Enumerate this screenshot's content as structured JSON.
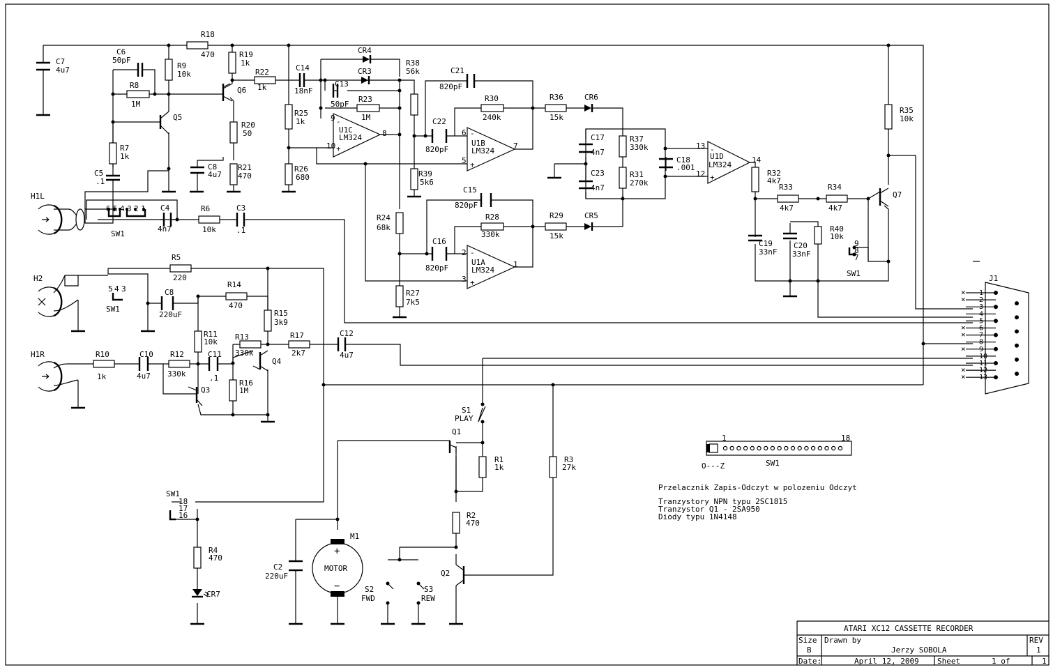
{
  "components": {
    "R18": {
      "ref": "R18",
      "val": "470"
    },
    "R19": {
      "ref": "R19",
      "val": "1k"
    },
    "R9": {
      "ref": "R9",
      "val": "10k"
    },
    "R8": {
      "ref": "R8",
      "val": "1M"
    },
    "R22": {
      "ref": "R22",
      "val": "1k"
    },
    "R20": {
      "ref": "R20",
      "val": "50"
    },
    "R21": {
      "ref": "R21",
      "val": "470"
    },
    "R7": {
      "ref": "R7",
      "val": "1k"
    },
    "R6": {
      "ref": "R6",
      "val": "10k"
    },
    "R25": {
      "ref": "R25",
      "val": "1k"
    },
    "R26": {
      "ref": "R26",
      "val": "680"
    },
    "R23": {
      "ref": "R23",
      "val": "1M"
    },
    "R38": {
      "ref": "R38",
      "val": "56k"
    },
    "R39": {
      "ref": "R39",
      "val": "5k6"
    },
    "R24": {
      "ref": "R24",
      "val": "68k"
    },
    "R27": {
      "ref": "R27",
      "val": "7k5"
    },
    "R30": {
      "ref": "R30",
      "val": "240k"
    },
    "R28": {
      "ref": "R28",
      "val": "330k"
    },
    "R36": {
      "ref": "R36",
      "val": "15k"
    },
    "R29": {
      "ref": "R29",
      "val": "15k"
    },
    "R37": {
      "ref": "R37",
      "val": "330k"
    },
    "R31": {
      "ref": "R31",
      "val": "270k"
    },
    "R35": {
      "ref": "R35",
      "val": "10k"
    },
    "R32": {
      "ref": "R32",
      "val": "4k7"
    },
    "R33": {
      "ref": "R33",
      "val": "4k7"
    },
    "R34": {
      "ref": "R34",
      "val": "4k7"
    },
    "R40": {
      "ref": "R40",
      "val": "10k"
    },
    "R5": {
      "ref": "R5",
      "val": "220"
    },
    "R14": {
      "ref": "R14",
      "val": "470"
    },
    "R15": {
      "ref": "R15",
      "val": "3k9"
    },
    "R11": {
      "ref": "R11",
      "val": "10k"
    },
    "R13": {
      "ref": "R13",
      "val": "330k"
    },
    "R17": {
      "ref": "R17",
      "val": "2k7"
    },
    "R10": {
      "ref": "R10",
      "val": "1k"
    },
    "R12": {
      "ref": "R12",
      "val": "330k"
    },
    "R16": {
      "ref": "R16",
      "val": "1M"
    },
    "R1": {
      "ref": "R1",
      "val": "1k"
    },
    "R2": {
      "ref": "R2",
      "val": "470"
    },
    "R3": {
      "ref": "R3",
      "val": "27k"
    },
    "R4": {
      "ref": "R4",
      "val": "470"
    },
    "C7": {
      "ref": "C7",
      "val": "4u7"
    },
    "C6": {
      "ref": "C6",
      "val": "50pF"
    },
    "C5": {
      "ref": "C5",
      "val": ".1"
    },
    "C8a": {
      "ref": "C8",
      "val": "4u7"
    },
    "C4": {
      "ref": "C4",
      "val": "4n7"
    },
    "C3": {
      "ref": "C3",
      "val": ".1"
    },
    "C14": {
      "ref": "C14",
      "val": "18nF"
    },
    "C13": {
      "ref": "C13",
      "val": "50pF"
    },
    "C21": {
      "ref": "C21",
      "val": "820pF"
    },
    "C22": {
      "ref": "C22",
      "val": "820pF"
    },
    "C15": {
      "ref": "C15",
      "val": "820pF"
    },
    "C16": {
      "ref": "C16",
      "val": "820pF"
    },
    "C17": {
      "ref": "C17",
      "val": "4n7"
    },
    "C23": {
      "ref": "C23",
      "val": "4n7"
    },
    "C18": {
      "ref": "C18",
      "val": ".001"
    },
    "C19": {
      "ref": "C19",
      "val": "33nF"
    },
    "C20": {
      "ref": "C20",
      "val": "33nF"
    },
    "C8b": {
      "ref": "C8",
      "val": "220uF"
    },
    "C10": {
      "ref": "C10",
      "val": "4u7"
    },
    "C11": {
      "ref": "C11",
      "val": ".1"
    },
    "C12": {
      "ref": "C12",
      "val": "4u7"
    },
    "C2": {
      "ref": "C2",
      "val": "220uF"
    }
  },
  "labels": {
    "q5": "Q5",
    "q6": "Q6",
    "q7": "Q7",
    "q3": "Q3",
    "q4": "Q4",
    "q1": "Q1",
    "q2": "Q2",
    "cr4": "CR4",
    "cr3": "CR3",
    "cr6": "CR6",
    "cr5": "CR5",
    "cr7": "CR7",
    "u1c": "U1C",
    "u1b": "U1B",
    "u1a": "U1A",
    "u1d": "U1D",
    "lm324": "LM324",
    "h1l": "H1L",
    "h2": "H2",
    "h1r": "H1R",
    "sw1": "SW1",
    "j1": "J1",
    "m1": "M1",
    "motor": "MOTOR",
    "s1": "S1",
    "play": "PLAY",
    "s2": "S2",
    "fwd": "FWD",
    "s3": "S3",
    "rew": "REW",
    "sw_pins_top": [
      "6",
      "5",
      "4",
      "3",
      "2",
      "1"
    ],
    "sw_pins_mid": [
      "5",
      "4",
      "3"
    ],
    "sw_pins_right": [
      "9",
      "8",
      "7"
    ],
    "sw_pins_bottom": [
      "18",
      "17",
      "16"
    ],
    "j1_pins": [
      "1",
      "2",
      "3",
      "4",
      "5",
      "6",
      "7",
      "8",
      "9",
      "10",
      "11",
      "12",
      "13"
    ],
    "pin_9": "9",
    "pin_10": "10",
    "pin_8": "8",
    "pin_6": "6",
    "pin_5": "5",
    "pin_7": "7",
    "pin_2": "2",
    "pin_3": "3",
    "pin_1": "1",
    "pin_13": "13",
    "pin_12": "12",
    "pin_14": "14",
    "switch_pin1": "1",
    "switch_pin18": "18",
    "switch_oz": "O---Z",
    "switch_label": "SW1"
  },
  "notes": [
    "Przelacznik Zapis-Odczyt w polozeniu Odczyt",
    "Tranzystory NPN typu 2SC1815",
    "Tranzystor Q1 - 2SA950",
    "Diody typu 1N4148"
  ],
  "title_block": {
    "title": "ATARI XC12 CASSETTE RECORDER",
    "size_label": "Size",
    "size": "B",
    "drawn_label": "Drawn by",
    "author": "Jerzy SOBOLA",
    "rev_label": "REV",
    "rev": "1",
    "date_label": "Date:",
    "date": "April 12, 2009",
    "sheet_label": "Sheet",
    "sheet": "1 of",
    "sheet_total": "1"
  }
}
